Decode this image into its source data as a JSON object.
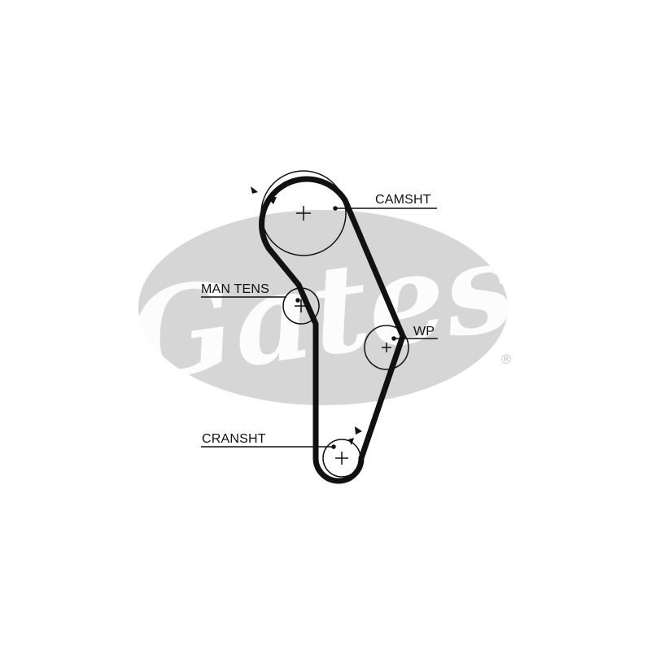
{
  "watermark": {
    "brand_text": "Gates",
    "registered_mark": "®",
    "oval_color": "#d6d6d6"
  },
  "colors": {
    "belt": "#111111",
    "pulley_stroke": "#111111"
  },
  "labels": {
    "camshaft": "CAMSHT",
    "manual_tensioner": "MAN TENS",
    "water_pump": "WP",
    "crankshaft": "CRANSHT"
  }
}
